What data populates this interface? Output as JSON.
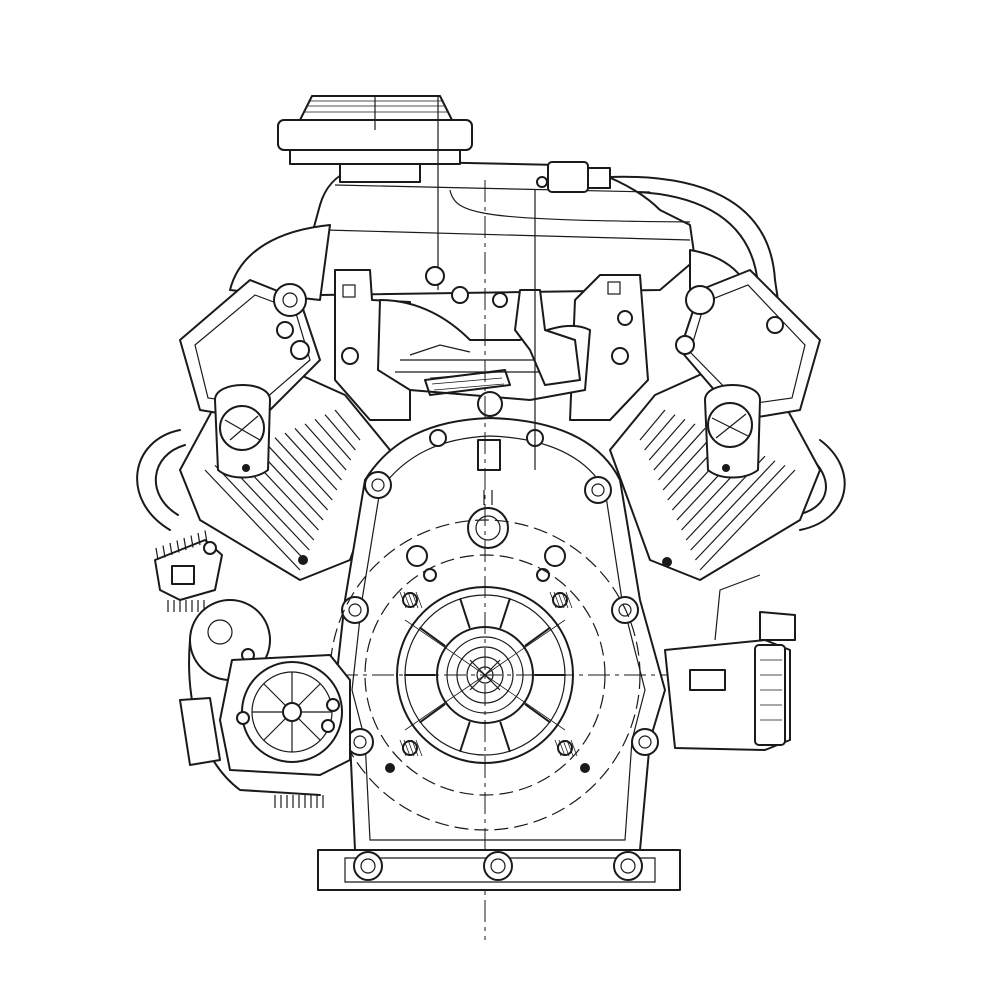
{
  "figure": {
    "caption": "",
    "line_color": "#1a1a1a",
    "background_color": "#ffffff"
  },
  "parts": [
    {
      "id": "air-filter-cap",
      "kind": "air-cleaner"
    },
    {
      "id": "air-intake-housing",
      "kind": "intake"
    },
    {
      "id": "left-cylinder-head",
      "kind": "cylinder-head"
    },
    {
      "id": "right-cylinder-head",
      "kind": "cylinder-head"
    },
    {
      "id": "left-cylinder-fins",
      "kind": "cooling-fins"
    },
    {
      "id": "right-cylinder-fins",
      "kind": "cooling-fins"
    },
    {
      "id": "crankcase-cover",
      "kind": "crankcase"
    },
    {
      "id": "flywheel",
      "kind": "flywheel"
    },
    {
      "id": "carburetor-linkage",
      "kind": "throttle-linkage"
    },
    {
      "id": "starter-motor",
      "kind": "starter"
    },
    {
      "id": "ignition-module",
      "kind": "ignition"
    },
    {
      "id": "fuel-line",
      "kind": "fuel-hose"
    },
    {
      "id": "mounting-base",
      "kind": "base"
    }
  ]
}
